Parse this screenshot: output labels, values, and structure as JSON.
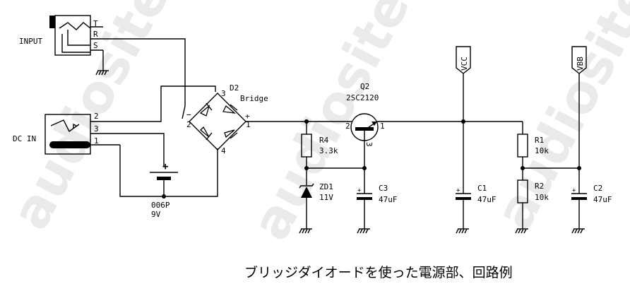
{
  "watermark": "audiosite.jp",
  "caption": "ブリッジダイオードを使った電源部、回路例",
  "input_jack": {
    "label": "INPUT",
    "pins": [
      "T",
      "R",
      "S"
    ]
  },
  "dc_jack": {
    "label": "DC IN",
    "pins": [
      "2",
      "3",
      "1"
    ]
  },
  "battery": {
    "name": "006P",
    "value": "9V",
    "polarity": "+"
  },
  "bridge": {
    "ref": "D2",
    "name": "Bridge",
    "pins": [
      "1",
      "2",
      "3",
      "4"
    ],
    "plus": "+",
    "minus": "−"
  },
  "transistor": {
    "ref": "Q2",
    "part": "2SC2120",
    "pins": [
      "2",
      "1",
      "3"
    ]
  },
  "r4": {
    "ref": "R4",
    "value": "3.3k"
  },
  "zd1": {
    "ref": "ZD1",
    "value": "11V"
  },
  "c3": {
    "ref": "C3",
    "value": "47uF",
    "polarity": "+"
  },
  "c1": {
    "ref": "C1",
    "value": "47uF",
    "polarity": "+"
  },
  "r1": {
    "ref": "R1",
    "value": "10k"
  },
  "r2": {
    "ref": "R2",
    "value": "10k"
  },
  "c2": {
    "ref": "C2",
    "value": "47uF",
    "polarity": "+"
  },
  "vcc": {
    "label": "VCC"
  },
  "vbb": {
    "label": "VBB"
  }
}
